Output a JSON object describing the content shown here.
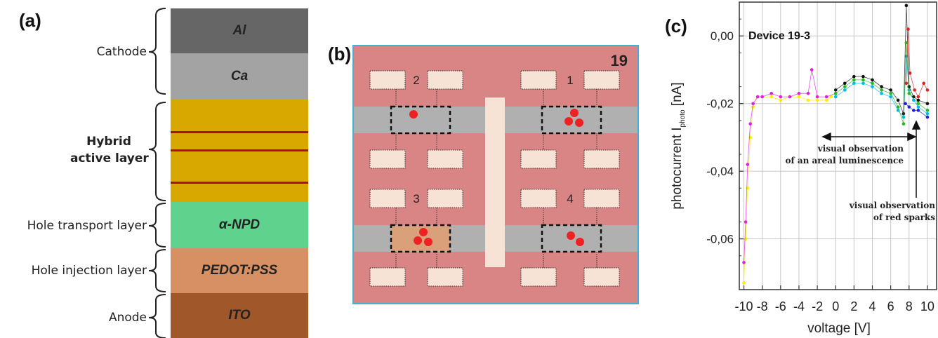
{
  "panel_a": {
    "label": "(a)",
    "layers": [
      {
        "name": "Al",
        "color": "#666666"
      },
      {
        "name": "Ca",
        "color": "#a3a3a3"
      },
      {
        "name": "",
        "color": "#d9a800"
      },
      {
        "name": "α-NPD",
        "color": "#5fd28e"
      },
      {
        "name": "PEDOT:PSS",
        "color": "#d69064"
      },
      {
        "name": "ITO",
        "color": "#a0582a"
      }
    ],
    "stripe_color": "#a5102a",
    "labels": {
      "cathode": "Cathode",
      "hybrid_line1": "Hybrid",
      "hybrid_line2": "active layer",
      "htl": "Hole transport layer",
      "hil": "Hole injection layer",
      "anode": "Anode"
    }
  },
  "panel_b": {
    "label": "(b)",
    "substrate_number": "19",
    "devices": [
      "2",
      "1",
      "3",
      "4"
    ],
    "colors": {
      "substrate": "#d98585",
      "border": "#3fb4cc",
      "strip": "#b0b0b0",
      "pad": "#f6e3d6",
      "highlight": "#d9a07a",
      "dot": "#ee2222"
    }
  },
  "panel_c": {
    "label": "(c)",
    "device_label": "Device 19-3",
    "annotation1_line1": "visual observation",
    "annotation1_line2": "of an areal luminescence",
    "annotation2_line1": "visual observation",
    "annotation2_line2": "of red sparks",
    "ylabel_main": "photocurrent I",
    "ylabel_sub": "photo",
    "ylabel_unit": " [nA]",
    "xlabel": "voltage [V]"
  },
  "chart_data": {
    "type": "scatter",
    "xlabel": "voltage [V]",
    "ylabel": "photocurrent I_photo [nA]",
    "xlim": [
      -10.5,
      11
    ],
    "ylim": [
      -0.075,
      0.01
    ],
    "x_ticks": [
      -10,
      -8,
      -6,
      -4,
      -2,
      0,
      2,
      4,
      6,
      8,
      10
    ],
    "x_tick_labels": [
      "-10",
      "-8",
      "-6",
      "-4",
      "-2",
      "0",
      "2",
      "4",
      "6",
      "8",
      "10"
    ],
    "y_ticks": [
      0.0,
      -0.02,
      -0.04,
      -0.06
    ],
    "y_tick_labels": [
      "0,00",
      "-0,02",
      "-0,04",
      "-0,06"
    ],
    "grid": true,
    "series": [
      {
        "color": "#ffee00",
        "points": [
          [
            -10,
            -0.073
          ],
          [
            -9.8,
            -0.06
          ],
          [
            -9.6,
            -0.045
          ],
          [
            -9.3,
            -0.03
          ],
          [
            -9,
            -0.021
          ],
          [
            -8.5,
            -0.018
          ],
          [
            -8,
            -0.018
          ],
          [
            -7,
            -0.018
          ],
          [
            -6,
            -0.019
          ],
          [
            -5,
            -0.018
          ],
          [
            -4,
            -0.018
          ],
          [
            -3,
            -0.019
          ],
          [
            -2,
            -0.019
          ],
          [
            -1,
            -0.019
          ],
          [
            -0.5,
            -0.018
          ]
        ]
      },
      {
        "color": "#dd22dd",
        "points": [
          [
            -10,
            -0.067
          ],
          [
            -9.8,
            -0.055
          ],
          [
            -9.6,
            -0.038
          ],
          [
            -9.3,
            -0.026
          ],
          [
            -9,
            -0.02
          ],
          [
            -8.5,
            -0.018
          ],
          [
            -8,
            -0.018
          ],
          [
            -7,
            -0.017
          ],
          [
            -6,
            -0.018
          ],
          [
            -5,
            -0.018
          ],
          [
            -4,
            -0.017
          ],
          [
            -3,
            -0.017
          ],
          [
            -2.6,
            -0.01
          ],
          [
            -2,
            -0.018
          ],
          [
            -1,
            -0.018
          ],
          [
            0,
            -0.017
          ]
        ]
      },
      {
        "color": "#00bbee",
        "points": [
          [
            0,
            -0.018
          ],
          [
            1,
            -0.016
          ],
          [
            2,
            -0.014
          ],
          [
            3,
            -0.014
          ],
          [
            4,
            -0.015
          ],
          [
            5,
            -0.017
          ],
          [
            6,
            -0.018
          ],
          [
            6.8,
            -0.022
          ],
          [
            7.4,
            -0.024
          ],
          [
            7.7,
            -0.006
          ],
          [
            8,
            -0.016
          ],
          [
            8.5,
            -0.019
          ],
          [
            9,
            -0.021
          ],
          [
            10,
            -0.023
          ]
        ]
      },
      {
        "color": "#111111",
        "points": [
          [
            0,
            -0.016
          ],
          [
            1,
            -0.014
          ],
          [
            2,
            -0.012
          ],
          [
            3,
            -0.012
          ],
          [
            4,
            -0.013
          ],
          [
            5,
            -0.015
          ],
          [
            6,
            -0.016
          ],
          [
            6.8,
            -0.019
          ],
          [
            7.4,
            -0.023
          ],
          [
            7.7,
            0.009
          ],
          [
            8,
            -0.015
          ],
          [
            8.5,
            -0.018
          ],
          [
            9,
            -0.019
          ],
          [
            10,
            -0.02
          ]
        ]
      },
      {
        "color": "#22bb22",
        "points": [
          [
            0,
            -0.017
          ],
          [
            1,
            -0.015
          ],
          [
            2,
            -0.013
          ],
          [
            3,
            -0.013
          ],
          [
            4,
            -0.014
          ],
          [
            5,
            -0.016
          ],
          [
            6,
            -0.017
          ],
          [
            6.8,
            -0.021
          ],
          [
            7.4,
            -0.026
          ],
          [
            7.7,
            -0.002
          ],
          [
            8,
            -0.017
          ],
          [
            9,
            -0.02
          ],
          [
            10,
            -0.022
          ]
        ]
      },
      {
        "color": "#dd2222",
        "points": [
          [
            7.7,
            -0.014
          ],
          [
            7.9,
            0.002
          ],
          [
            8.1,
            -0.011
          ],
          [
            8.6,
            -0.016
          ],
          [
            9,
            -0.018
          ],
          [
            9.6,
            -0.014
          ],
          [
            10,
            -0.016
          ]
        ]
      },
      {
        "color": "#2222dd",
        "points": [
          [
            7.6,
            -0.02
          ],
          [
            8,
            -0.021
          ],
          [
            8.5,
            -0.022
          ],
          [
            9,
            -0.022
          ],
          [
            10,
            -0.024
          ]
        ]
      }
    ]
  }
}
